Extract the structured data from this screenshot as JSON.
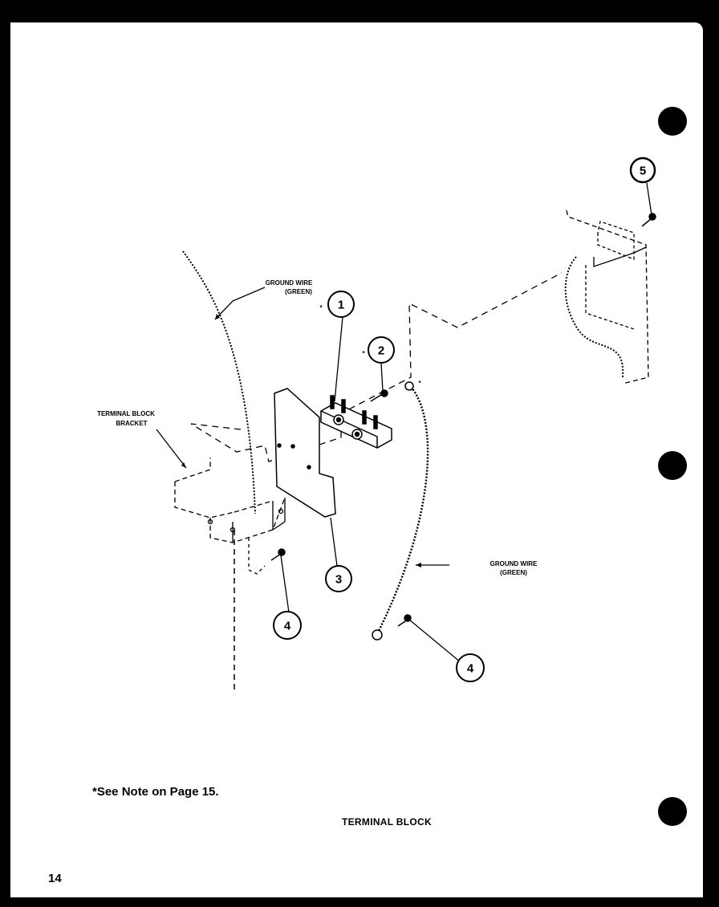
{
  "labels": {
    "ground_wire_upper": [
      "GROUND WIRE",
      "(GREEN)"
    ],
    "ground_wire_lower": [
      "GROUND WIRE",
      "(GREEN)"
    ],
    "terminal_block_bracket": [
      "TERMINAL BLOCK",
      "BRACKET"
    ]
  },
  "callouts": {
    "c1": "1",
    "c2": "2",
    "c3": "3",
    "c4a": "4",
    "c4b": "4",
    "c5": "5"
  },
  "asterisk": "*",
  "note": "*See Note on Page 15.",
  "title": "TERMINAL BLOCK",
  "page_number": "14"
}
